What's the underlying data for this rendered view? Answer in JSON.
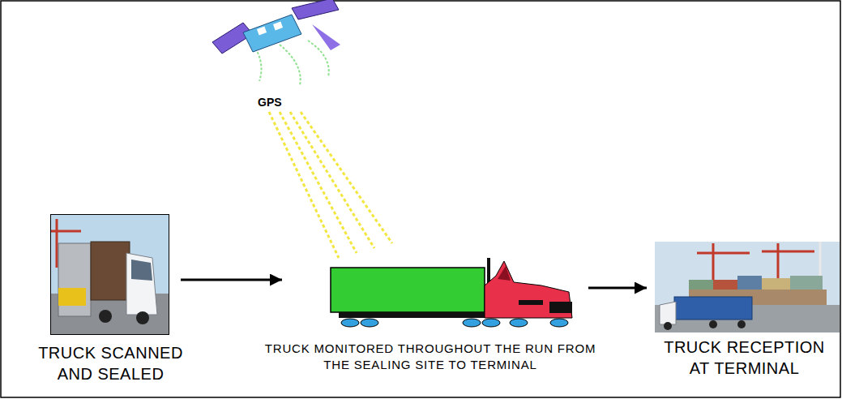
{
  "diagram": {
    "nodes": [
      {
        "text": [
          "TRUCK SCANNED AND SEALED"
        ]
      },
      {
        "text": [
          "TRUCK MONITORED THROUGHOUT THE RUN FROM THE SEALING SITE TO TERMINAL"
        ]
      },
      {
        "text": [
          "TRUCK RECEPTION AT TERMINAL"
        ]
      }
    ],
    "edges": [
      {
        "from": 0,
        "to": 1,
        "arrow": "to"
      },
      {
        "from": 1,
        "to": 2,
        "arrow": "to"
      }
    ],
    "labels": [
      "GPS"
    ]
  }
}
